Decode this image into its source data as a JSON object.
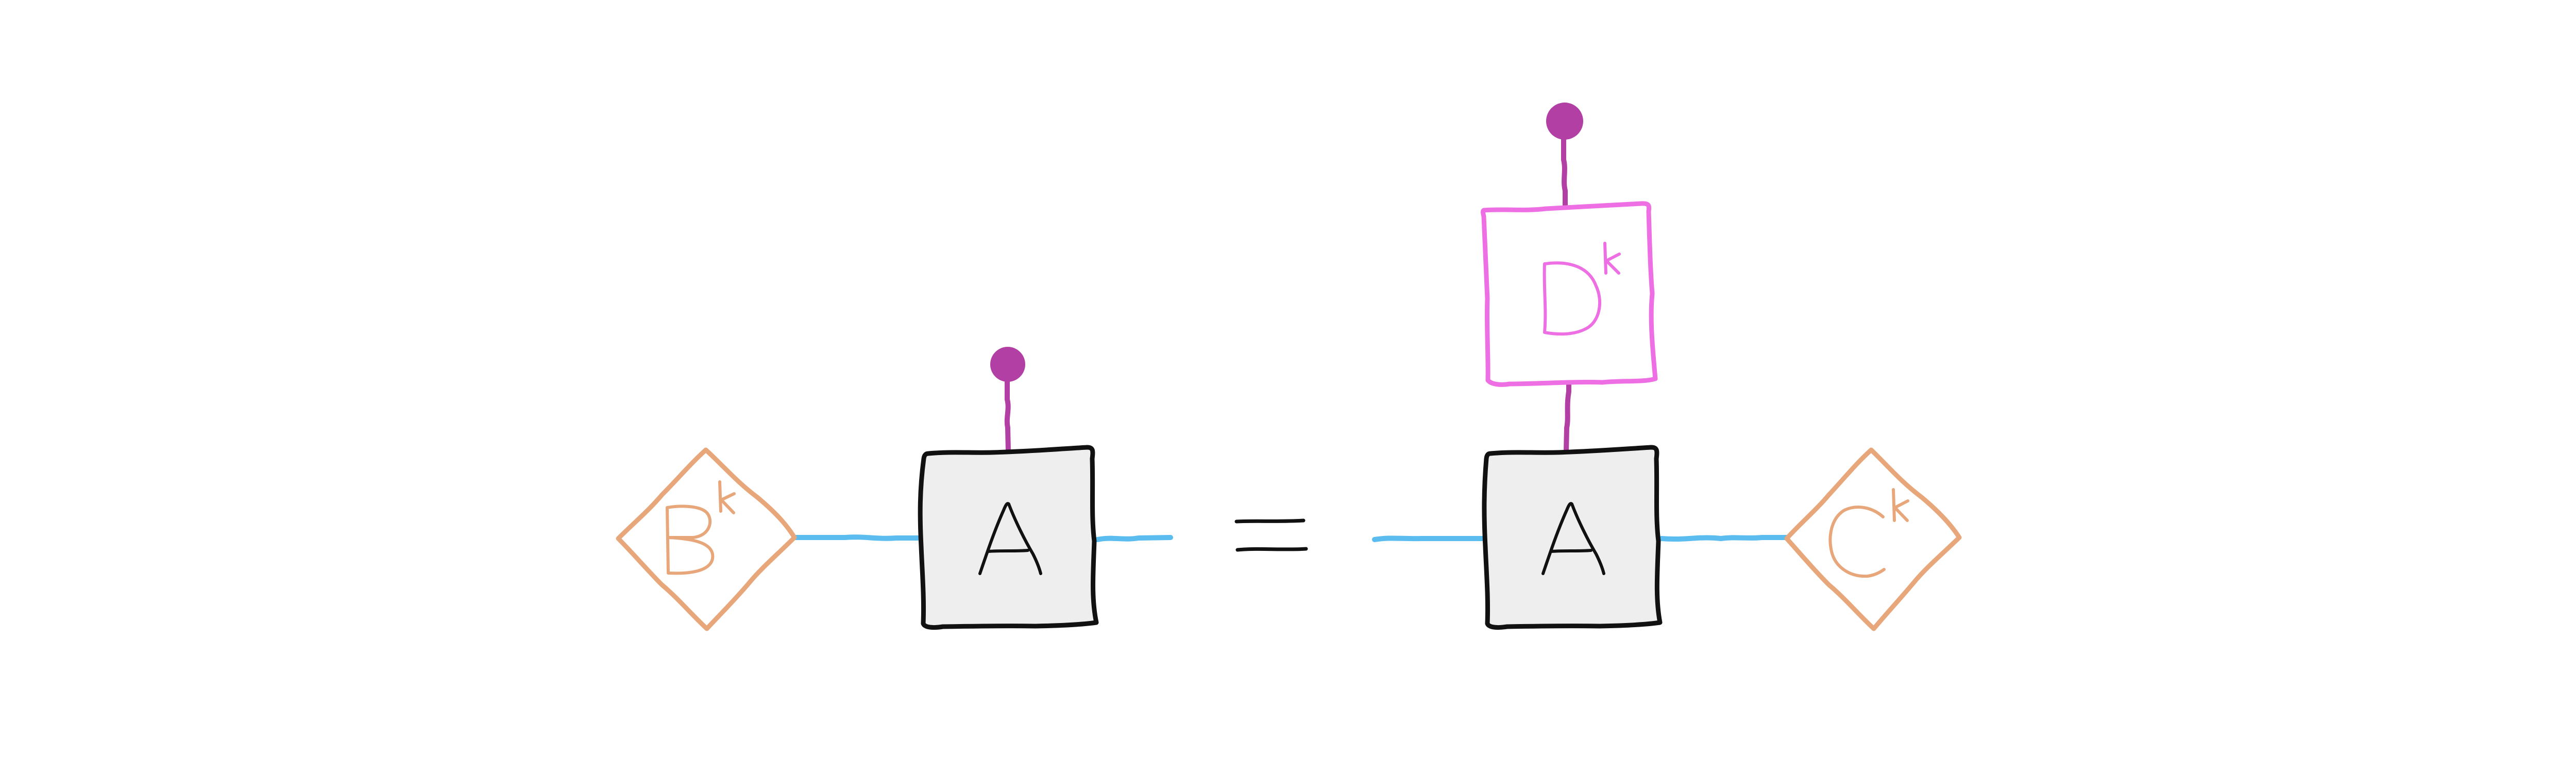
{
  "diagram": {
    "lhs": {
      "left_node": {
        "label": "B",
        "superscript": "k"
      },
      "center_node": {
        "label": "A"
      }
    },
    "equals_sign": "=",
    "rhs": {
      "top_node": {
        "label": "D",
        "superscript": "k"
      },
      "center_node": {
        "label": "A"
      },
      "right_node": {
        "label": "C",
        "superscript": "k"
      }
    }
  },
  "colors": {
    "tensor_outline": "#111111",
    "tensor_fill": "#efeeef",
    "wire_blue": "#5bbcf0",
    "wire_purple": "#b23fa4",
    "diamond_orange": "#e8a77a",
    "box_pink": "#ee6fe4"
  }
}
